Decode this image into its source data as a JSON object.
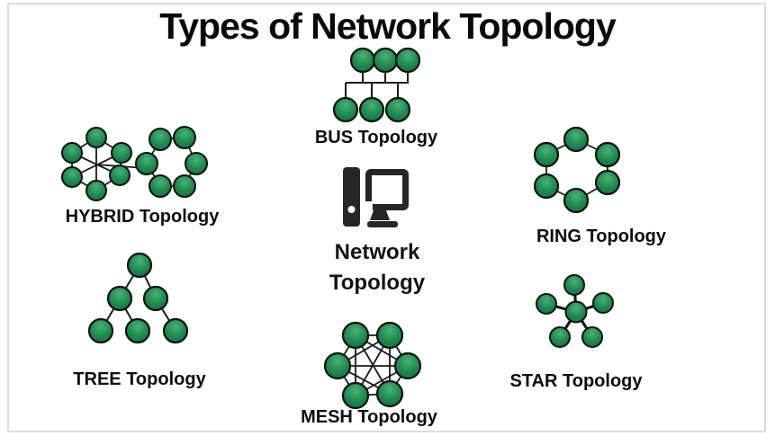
{
  "title": "Types of Network Topology",
  "center": {
    "icon": "computer-icon",
    "label_line1": "Network",
    "label_line2": "Topology"
  },
  "topologies": [
    {
      "id": "bus",
      "label": "BUS Topology"
    },
    {
      "id": "hybrid",
      "label": "HYBRID Topology"
    },
    {
      "id": "ring",
      "label": "RING Topology"
    },
    {
      "id": "tree",
      "label": "TREE Topology"
    },
    {
      "id": "star",
      "label": "STAR Topology"
    },
    {
      "id": "mesh",
      "label": "MESH Topology"
    }
  ],
  "colors": {
    "background": "#ffffff",
    "border": "#dcdcdc",
    "node_green_light": "#46b374",
    "node_green_dark": "#0f6e39",
    "node_outline": "#101010",
    "line": "#1a1a1a",
    "icon_black": "#262626",
    "text": "#0d0d0d"
  }
}
